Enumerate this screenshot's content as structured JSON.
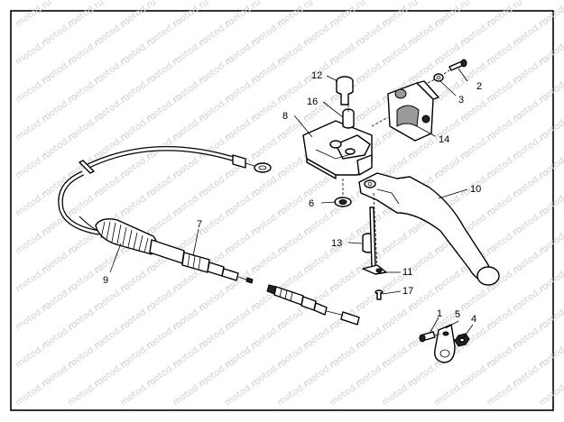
{
  "watermark": {
    "text": "motod.ru"
  },
  "callouts": {
    "c1": "1",
    "c2": "2",
    "c3": "3",
    "c4": "4",
    "c5": "5",
    "c6": "6",
    "c7": "7",
    "c8": "8",
    "c9": "9",
    "c10": "10",
    "c11": "11",
    "c12": "12",
    "c13": "13",
    "c14": "14",
    "c16": "16",
    "c17": "17"
  }
}
